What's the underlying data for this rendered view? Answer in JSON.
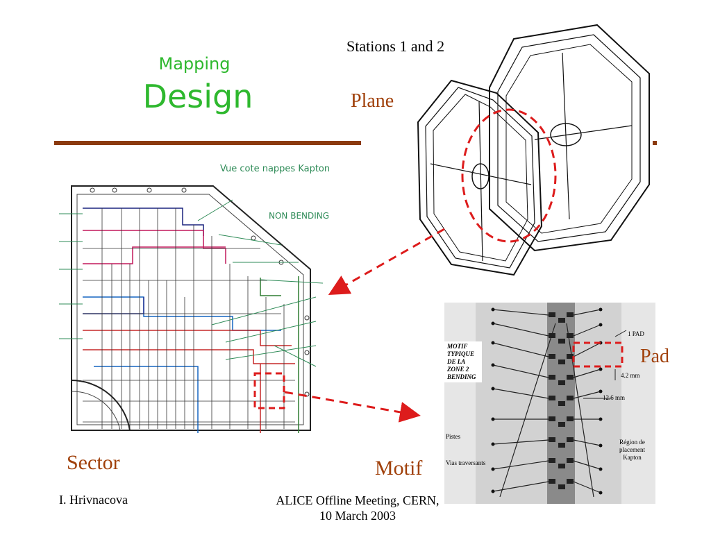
{
  "slide": {
    "title_small": "Mapping",
    "title_big": "Design"
  },
  "labels": {
    "stations": "Stations 1 and 2",
    "plane": "Plane",
    "pad": "Pad",
    "sector": "Sector",
    "motif": "Motif"
  },
  "sector_drawing": {
    "heading": "Vue cote nappes Kapton",
    "subheading": "NON BENDING"
  },
  "motif_photo": {
    "caption_lines": [
      "MOTIF",
      "TYPIQUE",
      "DE LA",
      "ZONE 2",
      "BENDING"
    ],
    "pad_label": "1 PAD",
    "dim_small": "4.2 mm",
    "dim_large": "12.6 mm",
    "pistes": "Pistes",
    "vias": "Vias traversants",
    "region_lines": [
      "Région de",
      "placement",
      "Kapton"
    ]
  },
  "footer": {
    "author": "I. Hrivnacova",
    "meeting_line1": "ALICE Offline Meeting, CERN,",
    "meeting_line2": "10 March 2003"
  },
  "colors": {
    "title": "#2eb82e",
    "accent": "#a0400a",
    "rule": "#8b3a0e",
    "dash": "#dd1c1c"
  }
}
